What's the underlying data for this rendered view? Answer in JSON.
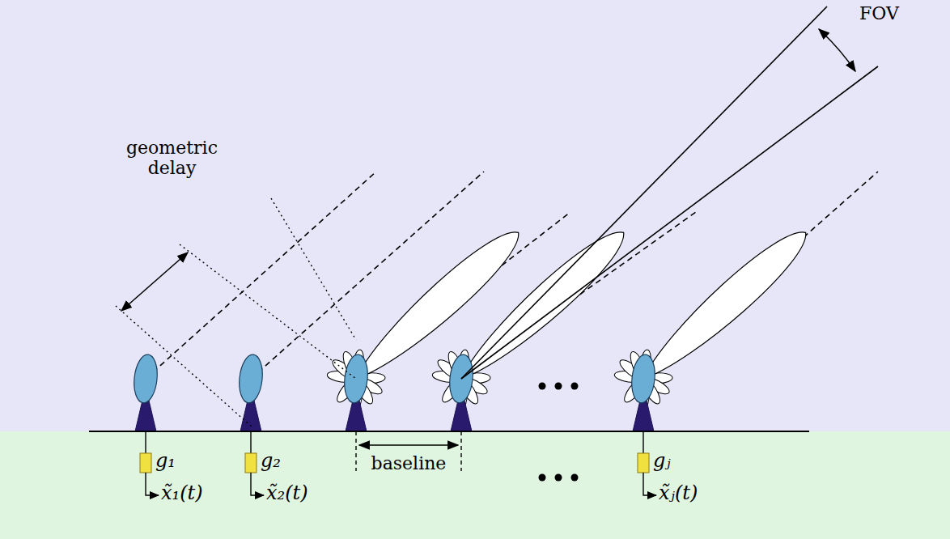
{
  "diagram": {
    "labels": [
      "FOV",
      "geometric delay",
      "baseline",
      "g₁",
      "x̃₁(t)",
      "g₂",
      "x̃₂(t)",
      "gⱼ",
      "x̃ⱼ(t)"
    ]
  }
}
